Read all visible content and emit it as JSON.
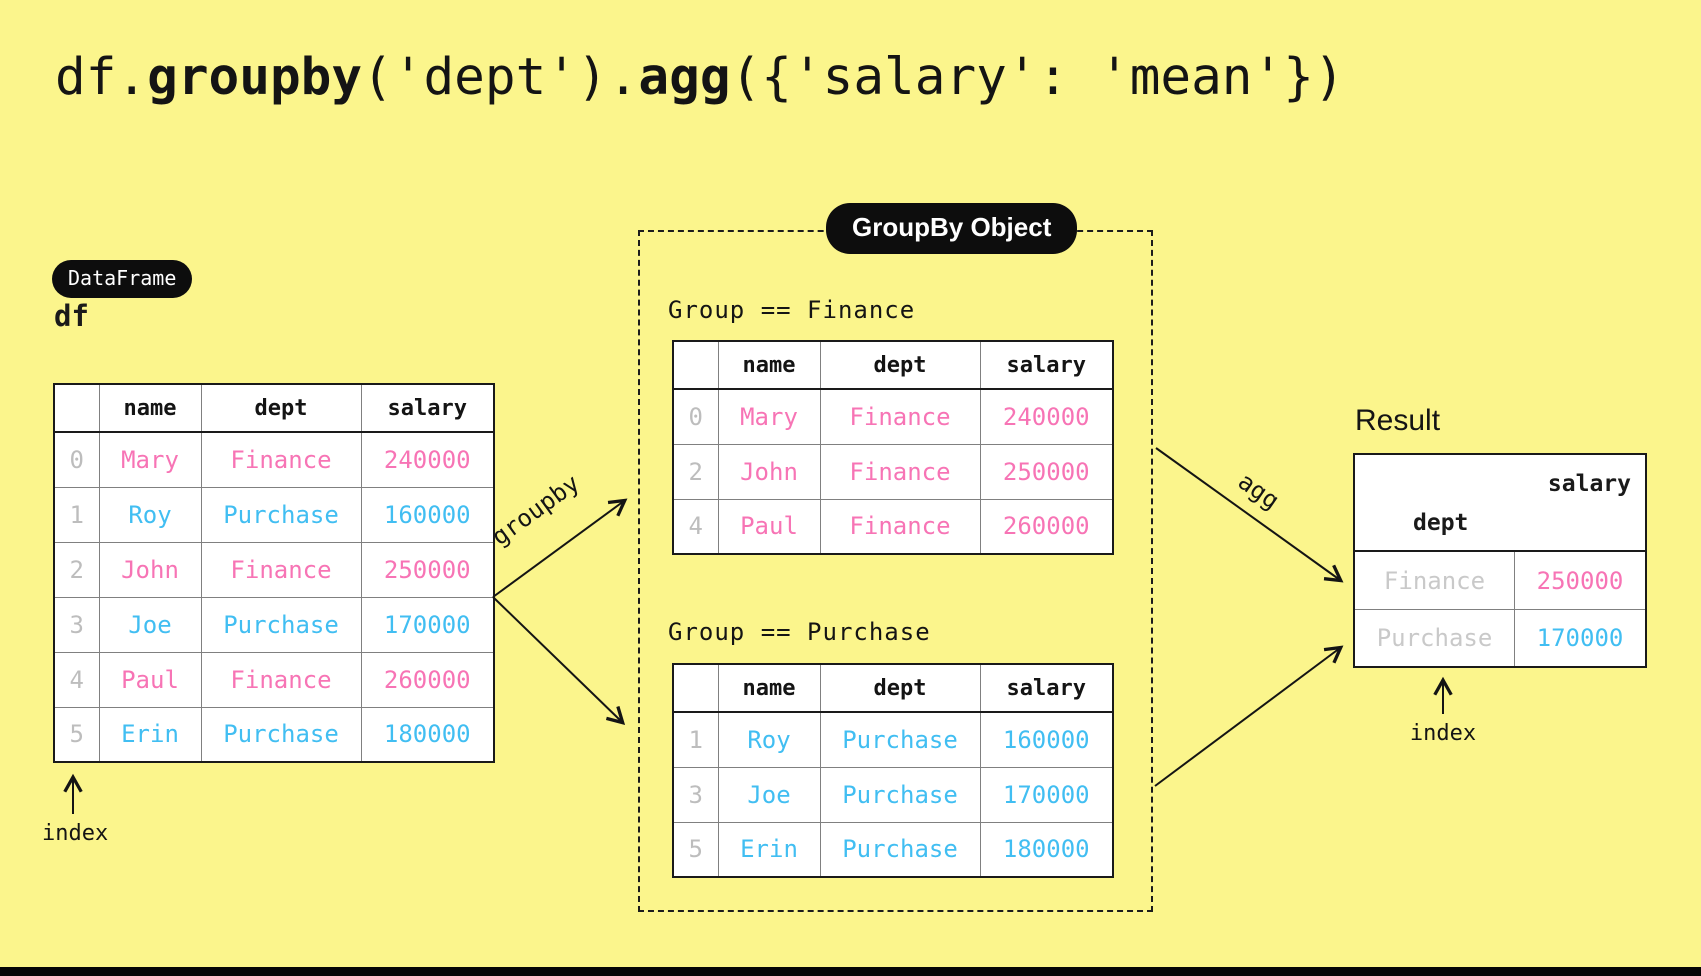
{
  "title": {
    "parts": [
      "df.",
      "groupby",
      "('dept').",
      "agg",
      "({'salary': 'mean'})"
    ]
  },
  "colors": {
    "background": "#FBF58C",
    "badge": "#0D0D0D",
    "finance": "#F774B5",
    "purchase": "#41BEF2",
    "index_gray": "#BDBDBD",
    "result_index_gray": "#C9C9C9",
    "line": "#1A1A1A"
  },
  "dataframe": {
    "badge": "DataFrame",
    "var_name": "df",
    "columns": [
      "name",
      "dept",
      "salary"
    ],
    "rows": [
      {
        "index": "0",
        "name": "Mary",
        "dept": "Finance",
        "salary": "240000",
        "group": "finance"
      },
      {
        "index": "1",
        "name": "Roy",
        "dept": "Purchase",
        "salary": "160000",
        "group": "purchase"
      },
      {
        "index": "2",
        "name": "John",
        "dept": "Finance",
        "salary": "250000",
        "group": "finance"
      },
      {
        "index": "3",
        "name": "Joe",
        "dept": "Purchase",
        "salary": "170000",
        "group": "purchase"
      },
      {
        "index": "4",
        "name": "Paul",
        "dept": "Finance",
        "salary": "260000",
        "group": "finance"
      },
      {
        "index": "5",
        "name": "Erin",
        "dept": "Purchase",
        "salary": "180000",
        "group": "purchase"
      }
    ],
    "index_label": "index"
  },
  "groupby_box": {
    "badge": "GroupBy Object",
    "groups": [
      {
        "heading": "Group == Finance",
        "columns": [
          "name",
          "dept",
          "salary"
        ],
        "rows": [
          {
            "index": "0",
            "name": "Mary",
            "dept": "Finance",
            "salary": "240000",
            "group": "finance"
          },
          {
            "index": "2",
            "name": "John",
            "dept": "Finance",
            "salary": "250000",
            "group": "finance"
          },
          {
            "index": "4",
            "name": "Paul",
            "dept": "Finance",
            "salary": "260000",
            "group": "finance"
          }
        ]
      },
      {
        "heading": "Group == Purchase",
        "columns": [
          "name",
          "dept",
          "salary"
        ],
        "rows": [
          {
            "index": "1",
            "name": "Roy",
            "dept": "Purchase",
            "salary": "160000",
            "group": "purchase"
          },
          {
            "index": "3",
            "name": "Joe",
            "dept": "Purchase",
            "salary": "170000",
            "group": "purchase"
          },
          {
            "index": "5",
            "name": "Erin",
            "dept": "Purchase",
            "salary": "180000",
            "group": "purchase"
          }
        ]
      }
    ]
  },
  "arrows": {
    "groupby_label": "groupby",
    "agg_label": "agg"
  },
  "result": {
    "title": "Result",
    "col_header": "salary",
    "index_header": "dept",
    "rows": [
      {
        "dept": "Finance",
        "salary": "250000",
        "group": "finance"
      },
      {
        "dept": "Purchase",
        "salary": "170000",
        "group": "purchase"
      }
    ],
    "index_label": "index"
  }
}
